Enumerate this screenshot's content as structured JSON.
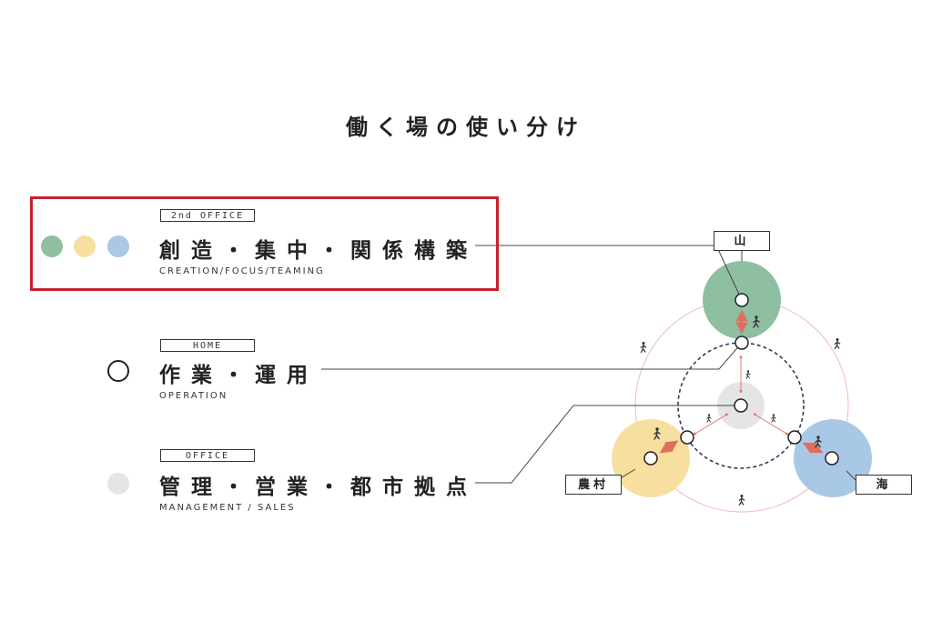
{
  "title": "働く場の使い分け",
  "colors": {
    "mountain": "#8fbfa1",
    "rural": "#f6df9f",
    "sea": "#a9c8e6",
    "office": "#e5e5e5",
    "highlight": "#c8202c",
    "arrow": "#e0705e",
    "ring": "#f0b8be"
  },
  "legend": [
    {
      "tag": "2nd OFFICE",
      "label": "創造・集中・関係構築",
      "sub": "CREATION/FOCUS/TEAMING"
    },
    {
      "tag": "HOME",
      "label": "作業・運用",
      "sub": "OPERATION"
    },
    {
      "tag": "OFFICE",
      "label": "管理・営業・都市拠点",
      "sub": "MANAGEMENT / SALES"
    }
  ],
  "places": {
    "mountain": "山",
    "rural": "農村",
    "sea": "海"
  },
  "icons": [
    "walking-person-icon"
  ]
}
